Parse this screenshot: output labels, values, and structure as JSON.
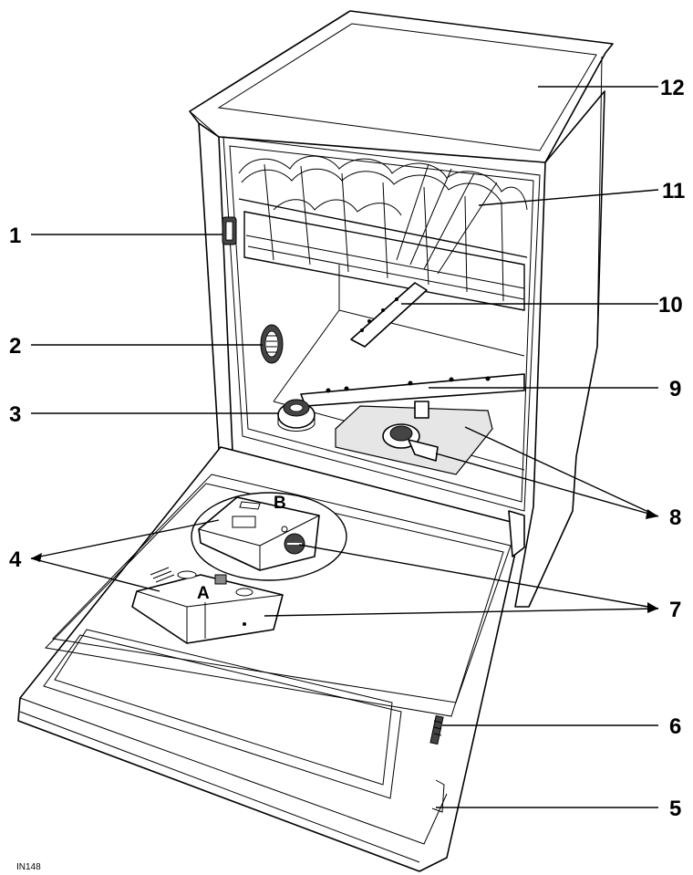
{
  "callouts": {
    "c1": "1",
    "c2": "2",
    "c3": "3",
    "c4": "4",
    "c5": "5",
    "c6": "6",
    "c7": "7",
    "c8": "8",
    "c9": "9",
    "c10": "10",
    "c11": "11",
    "c12": "12"
  },
  "dispenser_labels": {
    "a": "A",
    "b": "B"
  },
  "figure_code": "IN148"
}
